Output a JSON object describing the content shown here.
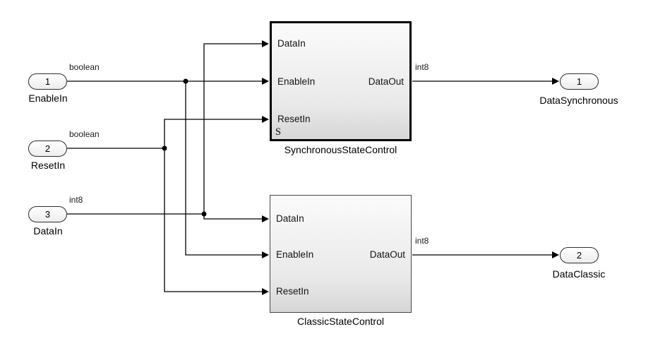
{
  "inports": [
    {
      "number": "1",
      "name": "EnableIn",
      "signal": "boolean"
    },
    {
      "number": "2",
      "name": "ResetIn",
      "signal": "boolean"
    },
    {
      "number": "3",
      "name": "DataIn",
      "signal": "int8"
    }
  ],
  "outports": [
    {
      "number": "1",
      "name": "DataSynchronous",
      "signal": "int8"
    },
    {
      "number": "2",
      "name": "DataClassic",
      "signal": "int8"
    }
  ],
  "blocks": {
    "sync": {
      "name": "SynchronousStateControl",
      "badge": "S",
      "in1": "DataIn",
      "in2": "EnableIn",
      "in3": "ResetIn",
      "out1": "DataOut"
    },
    "classic": {
      "name": "ClassicStateControl",
      "in1": "DataIn",
      "in2": "EnableIn",
      "in3": "ResetIn",
      "out1": "DataOut"
    }
  }
}
